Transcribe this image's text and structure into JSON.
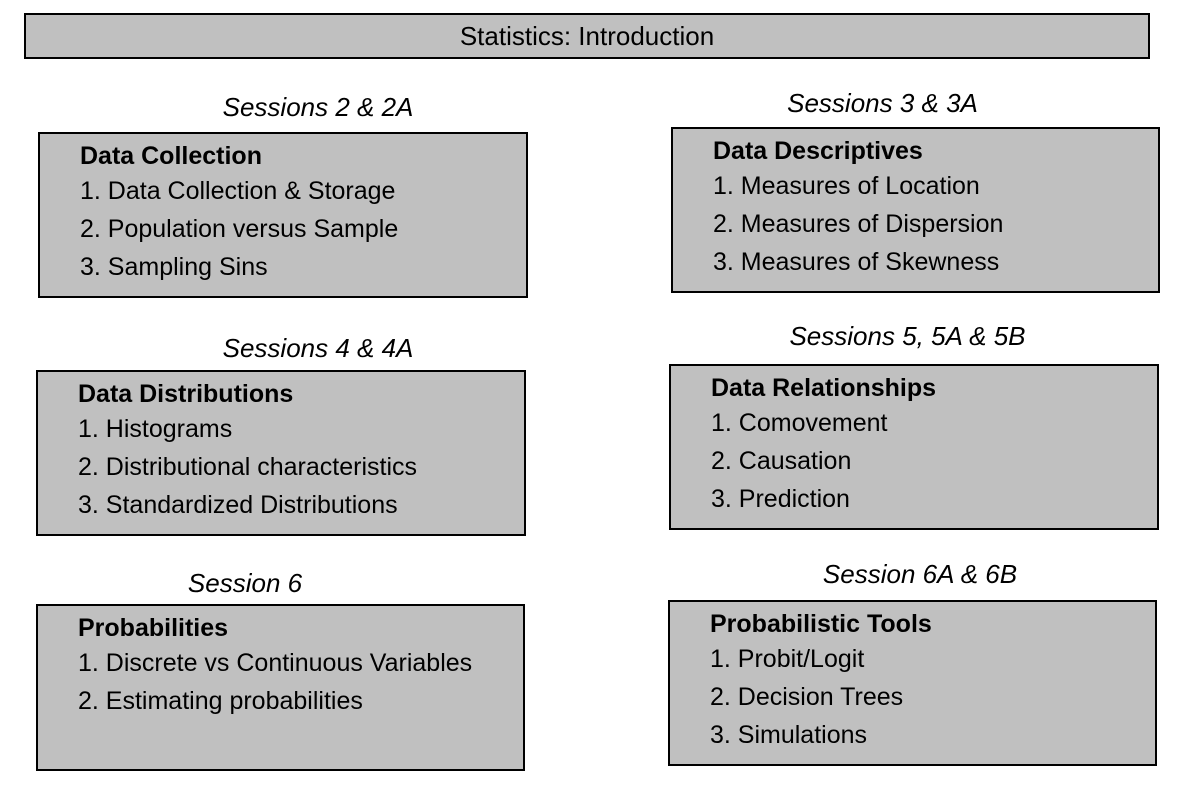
{
  "title": "Statistics: Introduction",
  "box_color": "#c0c0c0",
  "modules": [
    {
      "session": "Sessions 2 & 2A",
      "heading": "Data Collection",
      "items": [
        "1. Data Collection & Storage",
        "2. Population versus Sample",
        "3. Sampling Sins"
      ]
    },
    {
      "session": "Sessions 3 & 3A",
      "heading": "Data Descriptives",
      "items": [
        "1. Measures of Location",
        "2. Measures of Dispersion",
        "3. Measures of Skewness"
      ]
    },
    {
      "session": "Sessions 4 & 4A",
      "heading": "Data Distributions",
      "items": [
        "1. Histograms",
        "2. Distributional characteristics",
        "3. Standardized Distributions"
      ]
    },
    {
      "session": "Sessions 5, 5A & 5B",
      "heading": "Data Relationships",
      "items": [
        "1. Comovement",
        "2. Causation",
        "3. Prediction"
      ]
    },
    {
      "session": "Session 6",
      "heading": "Probabilities",
      "items": [
        "1. Discrete vs Continuous Variables",
        "2. Estimating probabilities"
      ]
    },
    {
      "session": "Session 6A & 6B",
      "heading": "Probabilistic Tools",
      "items": [
        "1. Probit/Logit",
        "2. Decision Trees",
        "3. Simulations"
      ]
    }
  ]
}
